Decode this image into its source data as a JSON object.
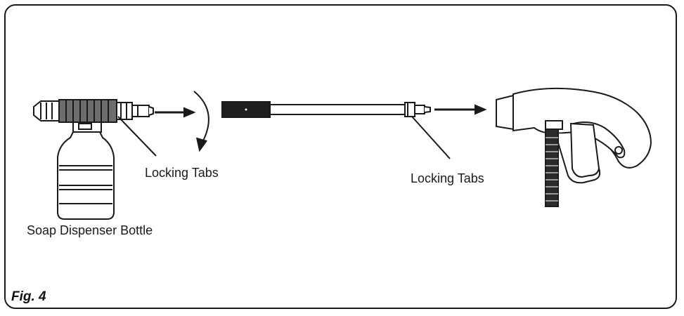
{
  "labels": {
    "locking_tabs_left": "Locking Tabs",
    "locking_tabs_right": "Locking Tabs",
    "soap_bottle": "Soap Dispenser Bottle",
    "figure": "Fig. 4"
  },
  "colors": {
    "line": "#1a1a1a",
    "fill_dark": "#2b2b2b",
    "fill_mid": "#8c8c8c",
    "background": "#ffffff"
  }
}
